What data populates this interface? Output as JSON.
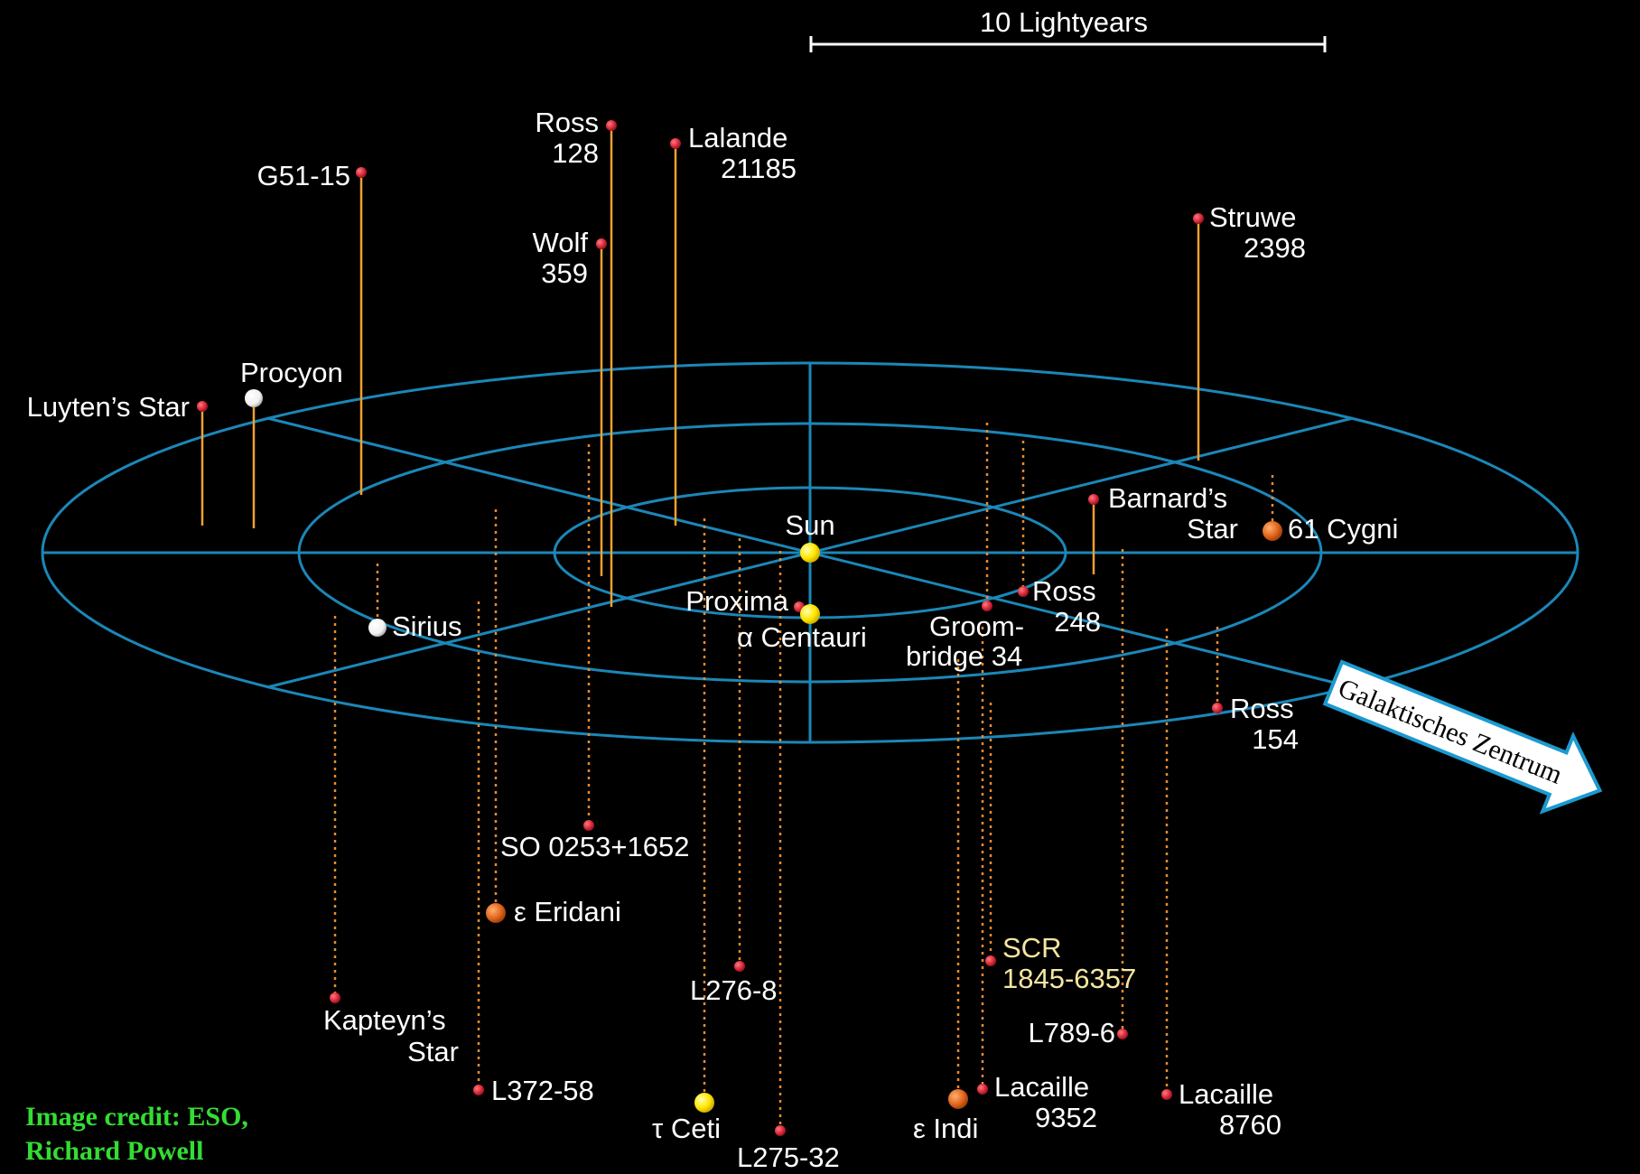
{
  "scale_bar": {
    "label": "10 Lightyears"
  },
  "direction_arrow": {
    "label": "Galaktisches Zentrum"
  },
  "credit": {
    "line1": "Image credit: ESO,",
    "line2": "Richard Powell"
  },
  "colors": {
    "background": "#000000",
    "grid": "#1b87b8",
    "stem_above": "#f0a030",
    "stem_below": "#e88a30",
    "red_dwarf": "#d9293a",
    "yellow_star": "#ffe600",
    "white_star": "#f4f4f4",
    "orange_star": "#e2661e",
    "credit": "#33dd33",
    "highlight_label": "#f5e6a0"
  },
  "stars": [
    {
      "name": "Sun",
      "type": "yellow"
    },
    {
      "name": "Proxima",
      "type": "red_dwarf"
    },
    {
      "name": "α Centauri",
      "type": "yellow"
    },
    {
      "name": "Luyten’s Star",
      "type": "red_dwarf"
    },
    {
      "name": "Procyon",
      "type": "white"
    },
    {
      "name": "G51-15",
      "type": "red_dwarf"
    },
    {
      "name": "Ross 128",
      "type": "red_dwarf"
    },
    {
      "name": "Lalande 21185",
      "type": "red_dwarf"
    },
    {
      "name": "Wolf 359",
      "type": "red_dwarf"
    },
    {
      "name": "Struwe 2398",
      "type": "red_dwarf"
    },
    {
      "name": "Barnard’s Star",
      "type": "red_dwarf"
    },
    {
      "name": "61 Cygni",
      "type": "orange"
    },
    {
      "name": "Sirius",
      "type": "white"
    },
    {
      "name": "Ross 248",
      "type": "red_dwarf"
    },
    {
      "name": "Groombridge 34",
      "type": "red_dwarf"
    },
    {
      "name": "Ross 154",
      "type": "red_dwarf"
    },
    {
      "name": "SO 0253+1652",
      "type": "red_dwarf"
    },
    {
      "name": "ε Eridani",
      "type": "orange"
    },
    {
      "name": "Kapteyn’s Star",
      "type": "red_dwarf"
    },
    {
      "name": "L276-8",
      "type": "red_dwarf"
    },
    {
      "name": "SCR 1845-6357",
      "type": "red_dwarf"
    },
    {
      "name": "L789-6",
      "type": "red_dwarf"
    },
    {
      "name": "L372-58",
      "type": "red_dwarf"
    },
    {
      "name": "τ Ceti",
      "type": "yellow"
    },
    {
      "name": "L275-32",
      "type": "red_dwarf"
    },
    {
      "name": "ε Indi",
      "type": "orange"
    },
    {
      "name": "Lacaille 9352",
      "type": "red_dwarf"
    },
    {
      "name": "Lacaille 8760",
      "type": "red_dwarf"
    }
  ],
  "labels": {
    "sun": "Sun",
    "proxima": "Proxima",
    "alpha_cen": "α Centauri",
    "luyten": "Luyten’s Star",
    "procyon": "Procyon",
    "g51": "G51-15",
    "ross128_1": "Ross",
    "ross128_2": "128",
    "lalande_1": "Lalande",
    "lalande_2": "21185",
    "wolf_1": "Wolf",
    "wolf_2": "359",
    "struwe_1": "Struwe",
    "struwe_2": "2398",
    "barnard_1": "Barnard’s",
    "barnard_2": "Star",
    "cygni": "61 Cygni",
    "sirius": "Sirius",
    "ross248_1": "Ross",
    "ross248_2": "248",
    "groom_1": "Groom-",
    "groom_2": "bridge 34",
    "ross154_1": "Ross",
    "ross154_2": "154",
    "so0253": "SO 0253+1652",
    "eps_eri": "ε Eridani",
    "kapteyn_1": "Kapteyn’s",
    "kapteyn_2": "Star",
    "l276": "L276-8",
    "scr_1": "SCR",
    "scr_2": "1845-6357",
    "l789": "L789-6",
    "l372": "L372-58",
    "tau_ceti": "τ Ceti",
    "l275": "L275-32",
    "eps_indi": "ε Indi",
    "lac9352_1": "Lacaille",
    "lac9352_2": "9352",
    "lac8760_1": "Lacaille",
    "lac8760_2": "8760"
  }
}
